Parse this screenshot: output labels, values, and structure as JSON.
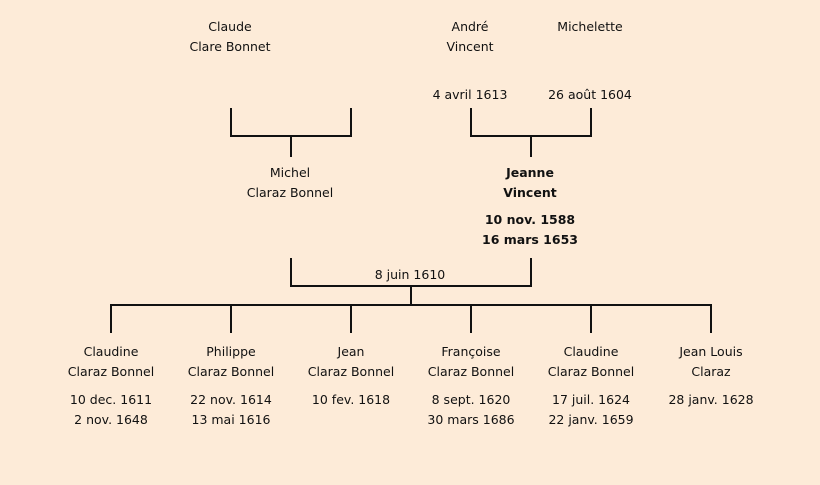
{
  "grandparents": {
    "paternal": {
      "first": "Claude",
      "last": "Clare Bonnet"
    },
    "grandfather": {
      "first": "André",
      "last": "Vincent",
      "date": "4 avril 1613"
    },
    "grandmother": {
      "first": "Michelette",
      "date": "26 août 1604"
    }
  },
  "father": {
    "first": "Michel",
    "last": "Claraz Bonnel"
  },
  "mother": {
    "first": "Jeanne",
    "last": "Vincent",
    "birth": "10 nov. 1588",
    "death": "16 mars 1653"
  },
  "marriage_date": "8 juin 1610",
  "children": [
    {
      "first": "Claudine",
      "last": "Claraz Bonnel",
      "birth": "10 dec. 1611",
      "death": "2 nov. 1648"
    },
    {
      "first": "Philippe",
      "last": "Claraz Bonnel",
      "birth": "22 nov. 1614",
      "death": "13 mai 1616"
    },
    {
      "first": "Jean",
      "last": "Claraz Bonnel",
      "birth": "10 fev. 1618",
      "death": ""
    },
    {
      "first": "Françoise",
      "last": "Claraz Bonnel",
      "birth": "8 sept. 1620",
      "death": "30 mars 1686"
    },
    {
      "first": "Claudine",
      "last": "Claraz Bonnel",
      "birth": "17 juil. 1624",
      "death": "22 janv. 1659"
    },
    {
      "first": "Jean Louis",
      "last": "Claraz",
      "birth": "28 janv. 1628",
      "death": ""
    }
  ]
}
